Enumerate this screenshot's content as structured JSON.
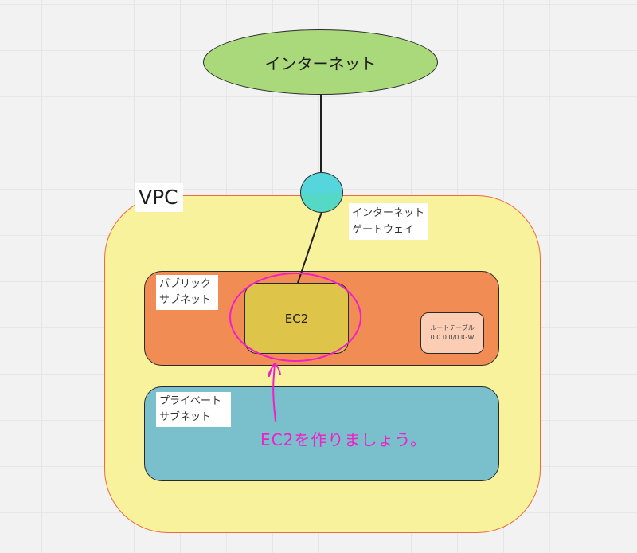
{
  "diagram": {
    "internet": {
      "label": "インターネット",
      "color": "#a9d97a"
    },
    "vpc": {
      "label": "VPC",
      "fill": "#f8f29c",
      "border": "#ee6a3c"
    },
    "internet_gateway": {
      "label_lines": [
        "インターネット",
        "ゲートウェイ"
      ],
      "color": "#55d6dc"
    },
    "public_subnet": {
      "label_lines": [
        "パブリック",
        "サブネット"
      ],
      "color": "#f28c55",
      "ec2": {
        "label": "EC2",
        "color": "#dfc44a"
      },
      "route_table": {
        "label_lines": [
          "ルートテーブル",
          "0.0.0.0/0 IGW"
        ],
        "color": "#fbcdb4"
      }
    },
    "private_subnet": {
      "label_lines": [
        "プライベート",
        "サブネット"
      ],
      "color": "#7abfcc"
    },
    "annotation": {
      "text": "EC2を作りましょう。",
      "color": "#f020c8"
    }
  }
}
